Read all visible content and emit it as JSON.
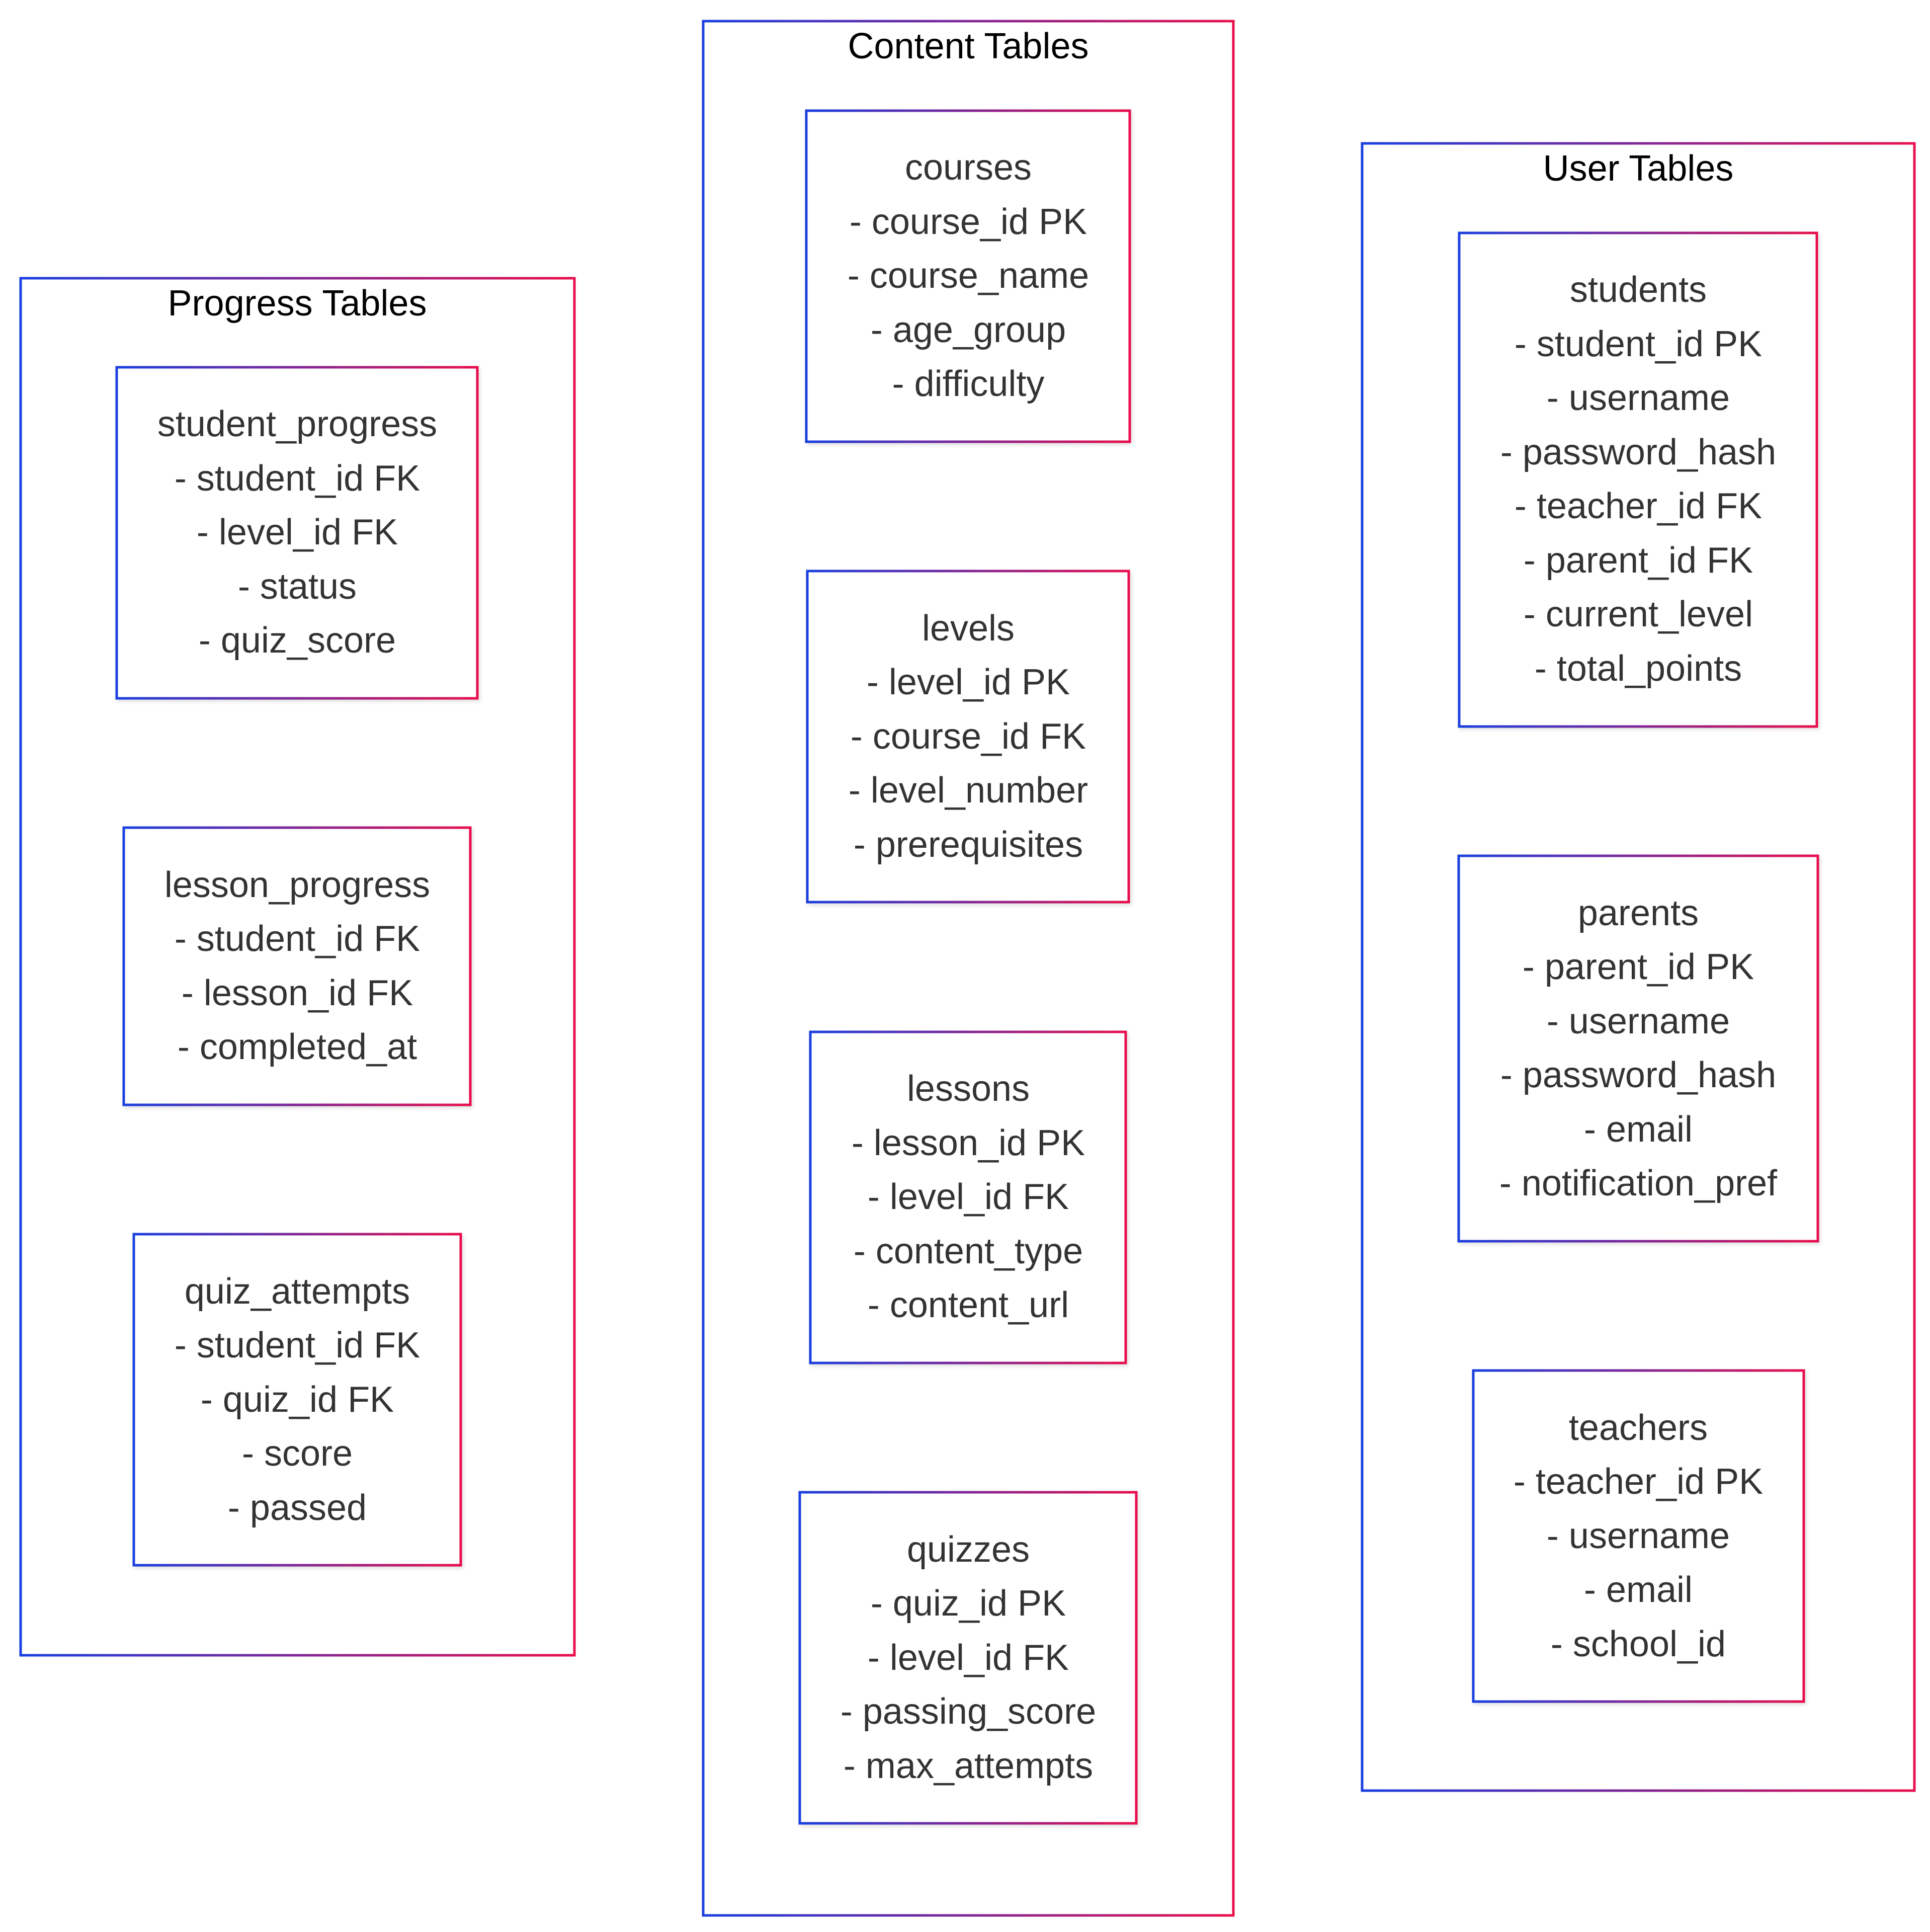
{
  "colors": {
    "border_start": "#1a3fe0",
    "border_end": "#e8104d",
    "group_title": "#000000",
    "table_text": "#333333",
    "background": "#ffffff"
  },
  "groups": [
    {
      "title": "Progress Tables",
      "tables": [
        {
          "name": "student_progress",
          "fields": [
            "- student_id FK",
            "- level_id FK",
            "- status",
            "- quiz_score"
          ]
        },
        {
          "name": "lesson_progress",
          "fields": [
            "- student_id FK",
            "- lesson_id FK",
            "- completed_at"
          ]
        },
        {
          "name": "quiz_attempts",
          "fields": [
            "- student_id FK",
            "- quiz_id FK",
            "- score",
            "- passed"
          ]
        }
      ]
    },
    {
      "title": "Content Tables",
      "tables": [
        {
          "name": "courses",
          "fields": [
            "- course_id PK",
            "- course_name",
            "- age_group",
            "- difficulty"
          ]
        },
        {
          "name": "levels",
          "fields": [
            "- level_id PK",
            "- course_id FK",
            "- level_number",
            "- prerequisites"
          ]
        },
        {
          "name": "lessons",
          "fields": [
            "- lesson_id PK",
            "- level_id FK",
            "- content_type",
            "- content_url"
          ]
        },
        {
          "name": "quizzes",
          "fields": [
            "- quiz_id PK",
            "- level_id FK",
            "- passing_score",
            "- max_attempts"
          ]
        }
      ]
    },
    {
      "title": "User Tables",
      "tables": [
        {
          "name": "students",
          "fields": [
            "- student_id PK",
            "- username",
            "- password_hash",
            "- teacher_id FK",
            "- parent_id FK",
            "- current_level",
            "- total_points"
          ]
        },
        {
          "name": "parents",
          "fields": [
            "- parent_id PK",
            "- username",
            "- password_hash",
            "- email",
            "- notification_pref"
          ]
        },
        {
          "name": "teachers",
          "fields": [
            "- teacher_id PK",
            "- username",
            "- email",
            "- school_id"
          ]
        }
      ]
    }
  ]
}
